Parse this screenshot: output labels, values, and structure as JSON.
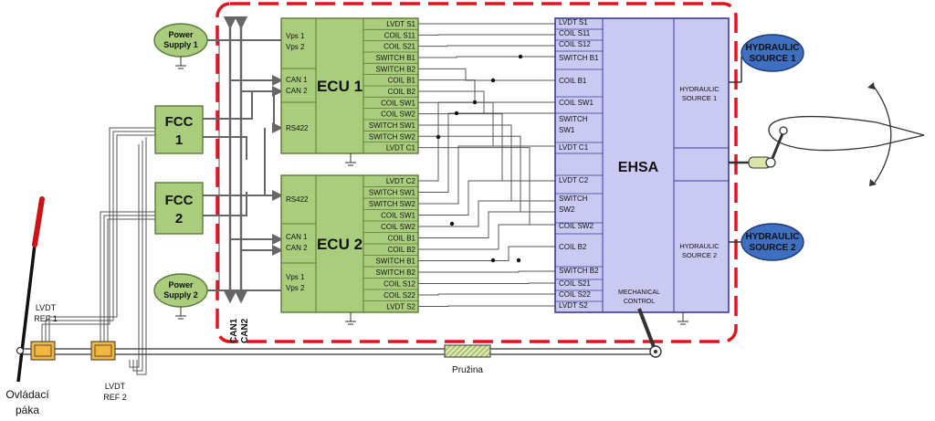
{
  "power_supply_1": [
    "Power",
    "Supply 1"
  ],
  "power_supply_2": [
    "Power",
    "Supply 2"
  ],
  "fcc1": [
    "FCC",
    "1"
  ],
  "fcc2": [
    "FCC",
    "2"
  ],
  "ecu1": {
    "title": "ECU 1",
    "left": [
      "Vps 1",
      "Vps 2",
      "CAN 1",
      "CAN 2",
      "RS422"
    ],
    "right": [
      "LVDT S1",
      "COIL S11",
      "COIL S21",
      "SWITCH B1",
      "SWITCH B2",
      "COIL B1",
      "COIL B2",
      "COIL SW1",
      "COIL SW2",
      "SWITCH SW1",
      "SWITCH SW2",
      "LVDT C1"
    ]
  },
  "ecu2": {
    "title": "ECU 2",
    "left": [
      "RS422",
      "CAN 1",
      "CAN 2",
      "Vps 1",
      "Vps 2"
    ],
    "right": [
      "LVDT C2",
      "SWITCH SW1",
      "SWITCH SW2",
      "COIL SW1",
      "COIL SW2",
      "COIL B1",
      "COIL B2",
      "SWITCH B1",
      "SWITCH B2",
      "COIL S12",
      "COIL S22",
      "LVDT S2"
    ]
  },
  "ehsa": {
    "title": "EHSA",
    "sig": [
      "LVDT S1",
      "COIL S11",
      "COIL S12",
      "SWITCH B1",
      "COIL B1",
      "COIL SW1",
      "SWITCH",
      "SW1",
      "LVDT C1",
      "LVDT C2",
      "SWITCH",
      "SW2",
      "COIL SW2",
      "COIL B2",
      "SWITCH B2",
      "COIL S21",
      "COIL S22",
      "LVDT S2"
    ],
    "hyd1": [
      "HYDRAULIC",
      "SOURCE 1"
    ],
    "hyd2": [
      "HYDRAULIC",
      "SOURCE 2"
    ],
    "mech": [
      "MECHANICAL",
      "CONTROL"
    ]
  },
  "hydraulic_source_1": [
    "HYDRAULIC",
    "SOURCE 1"
  ],
  "hydraulic_source_2": [
    "HYDRAULIC",
    "SOURCE 2"
  ],
  "can1": "CAN1",
  "can2": "CAN2",
  "lvdt_ref1": [
    "LVDT",
    "REF 1"
  ],
  "lvdt_ref2": [
    "LVDT",
    "REF 2"
  ],
  "spring": "Pružina",
  "lever": [
    "Ovládací",
    "páka"
  ],
  "colors": {
    "ecu": "#a9cc7d",
    "ecu_border": "#5a7a38",
    "ehsa": "#c9c9f2",
    "ehsa_border": "#3a3a9a",
    "hydraulic": "#3f6fc0",
    "dashed": "#e0141e",
    "wire": "#555555"
  }
}
